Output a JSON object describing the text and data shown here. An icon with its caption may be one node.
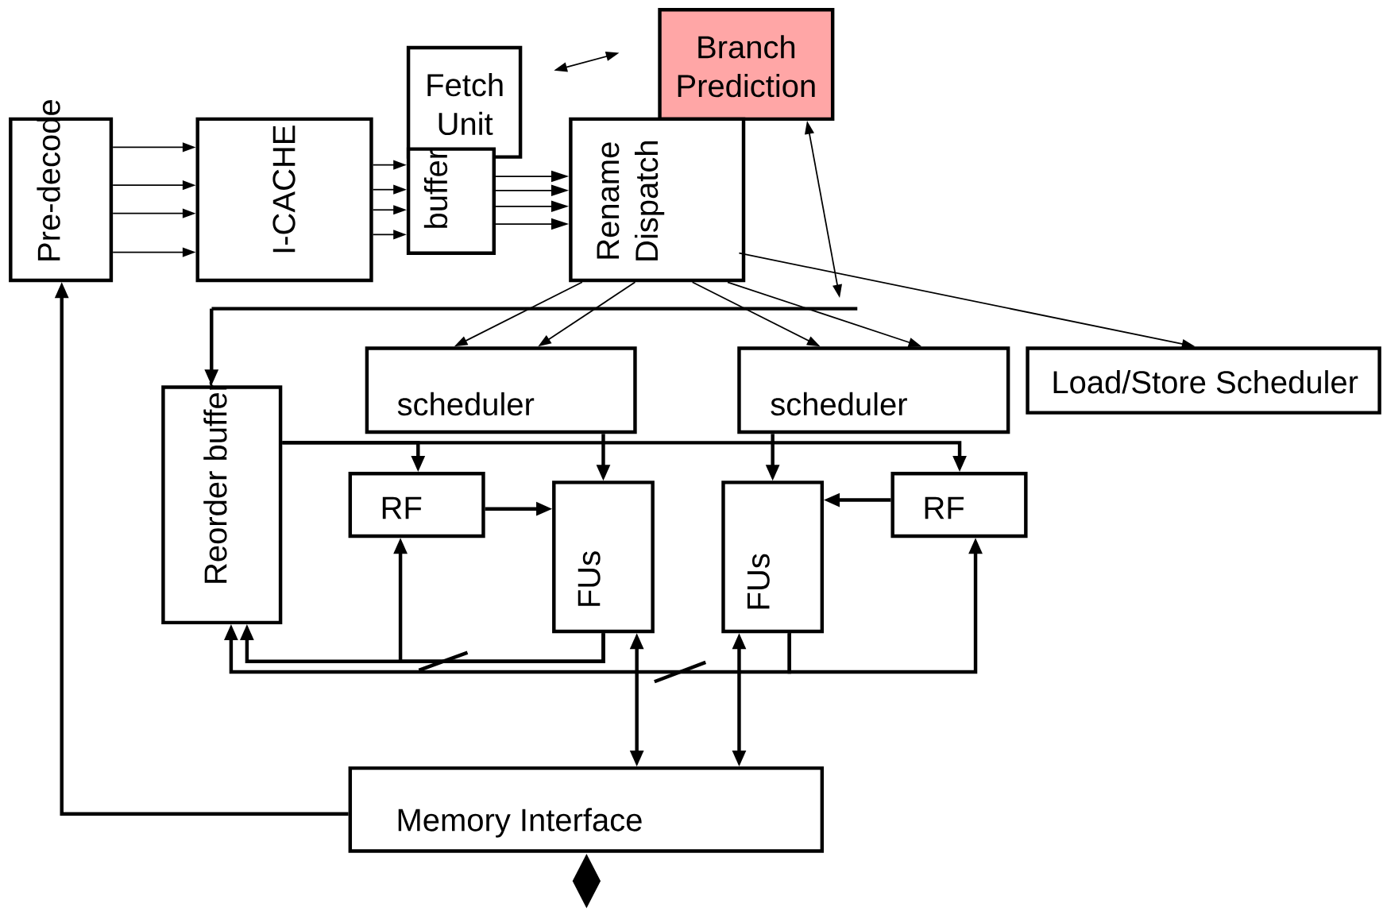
{
  "diagram": {
    "nodes": [
      {
        "text": [
          "Pre-decode"
        ]
      },
      {
        "text": [
          "I-CACHE"
        ]
      },
      {
        "text": [
          "Fetch Unit"
        ]
      },
      {
        "text": [
          "buffer"
        ]
      },
      {
        "text": [
          "Branch Prediction"
        ]
      },
      {
        "text": [
          "Rename Dispatch"
        ]
      },
      {
        "text": [],
        "shape": "bar"
      },
      {
        "text": [
          "Reorder buffer"
        ]
      },
      {
        "text": [
          "scheduler"
        ]
      },
      {
        "text": [
          "scheduler"
        ]
      },
      {
        "text": [
          "Load/Store Scheduler"
        ]
      },
      {
        "text": [
          "RF"
        ]
      },
      {
        "text": [
          "FUs"
        ]
      },
      {
        "text": [
          "FUs"
        ]
      },
      {
        "text": [
          "RF"
        ]
      },
      {
        "text": [
          "Memory Interface"
        ]
      },
      {
        "text": [],
        "shape": "diamond"
      }
    ],
    "edges": [
      {
        "from": 0,
        "to": 1,
        "arrow": "to"
      },
      {
        "from": 0,
        "to": 1,
        "arrow": "to"
      },
      {
        "from": 0,
        "to": 1,
        "arrow": "to"
      },
      {
        "from": 0,
        "to": 1,
        "arrow": "to"
      },
      {
        "from": 1,
        "to": 3,
        "arrow": "to"
      },
      {
        "from": 1,
        "to": 3,
        "arrow": "to"
      },
      {
        "from": 1,
        "to": 3,
        "arrow": "to"
      },
      {
        "from": 1,
        "to": 3,
        "arrow": "to"
      },
      {
        "from": 3,
        "to": 5,
        "arrow": "to"
      },
      {
        "from": 3,
        "to": 5,
        "arrow": "to"
      },
      {
        "from": 3,
        "to": 5,
        "arrow": "to"
      },
      {
        "from": 3,
        "to": 5,
        "arrow": "to"
      },
      {
        "from": 2,
        "to": 4,
        "arrow": "both"
      },
      {
        "from": 4,
        "to": 6,
        "arrow": "both"
      },
      {
        "from": 5,
        "to": 8,
        "arrow": "to"
      },
      {
        "from": 5,
        "to": 8,
        "arrow": "to"
      },
      {
        "from": 5,
        "to": 9,
        "arrow": "to"
      },
      {
        "from": 5,
        "to": 9,
        "arrow": "to"
      },
      {
        "from": 5,
        "to": 10,
        "arrow": "to"
      },
      {
        "from": 6,
        "to": 7,
        "arrow": "to",
        "style": "thick"
      },
      {
        "from": 7,
        "to": 11,
        "arrow": "to",
        "style": "thick"
      },
      {
        "from": 7,
        "to": 14,
        "arrow": "to",
        "style": "thick"
      },
      {
        "from": 8,
        "to": 12,
        "arrow": "to",
        "style": "thick"
      },
      {
        "from": 9,
        "to": 13,
        "arrow": "to",
        "style": "thick"
      },
      {
        "from": 11,
        "to": 12,
        "arrow": "to",
        "style": "thick"
      },
      {
        "from": 14,
        "to": 13,
        "arrow": "to",
        "style": "thick"
      },
      {
        "from": 12,
        "to": 7,
        "arrow": "to",
        "style": "thick"
      },
      {
        "from": 12,
        "to": 11,
        "arrow": "to",
        "style": "thick"
      },
      {
        "from": 13,
        "to": 7,
        "arrow": "to",
        "style": "thick"
      },
      {
        "from": 13,
        "to": 14,
        "arrow": "to",
        "style": "thick"
      },
      {
        "from": 12,
        "to": 15,
        "arrow": "both",
        "style": "thick"
      },
      {
        "from": 13,
        "to": 15,
        "arrow": "both",
        "style": "thick"
      },
      {
        "from": 15,
        "to": 0,
        "arrow": "to",
        "style": "thick"
      }
    ]
  }
}
